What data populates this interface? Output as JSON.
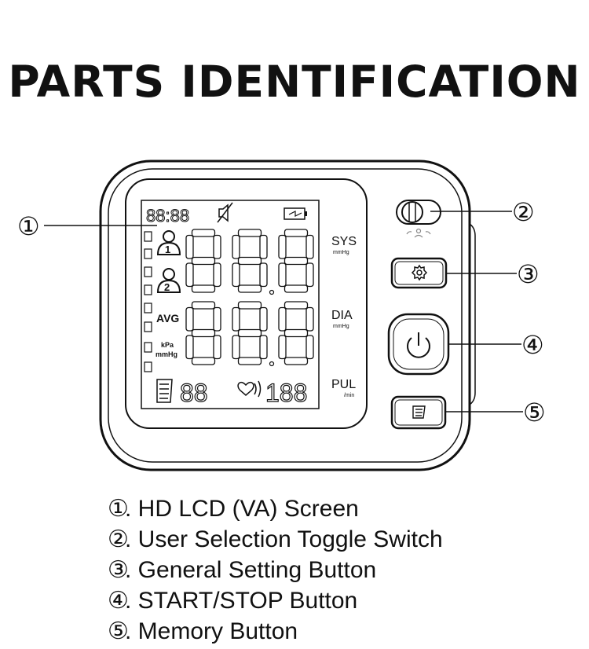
{
  "title": "PARTS IDENTIFICATION",
  "callouts": [
    "①",
    "②",
    "③",
    "④",
    "⑤"
  ],
  "lcd": {
    "time_digits": "88:88",
    "avg_label": "AVG",
    "unit_kpa": "kPa",
    "unit_mmhg": "mmHg",
    "memory_digits": "88",
    "pulse_digits": "188"
  },
  "side_labels": {
    "sys": "SYS",
    "sys_unit": "mmHg",
    "dia": "DIA",
    "dia_unit": "mmHg",
    "pul": "PUL",
    "pul_unit": "/min"
  },
  "legend": [
    {
      "num": "①",
      "text": ". HD LCD (VA) Screen"
    },
    {
      "num": "②",
      "text": ". User Selection Toggle Switch"
    },
    {
      "num": "③",
      "text": ". General Setting Button"
    },
    {
      "num": "④",
      "text": ". START/STOP Button"
    },
    {
      "num": "⑤",
      "text": ". Memory Button"
    }
  ]
}
